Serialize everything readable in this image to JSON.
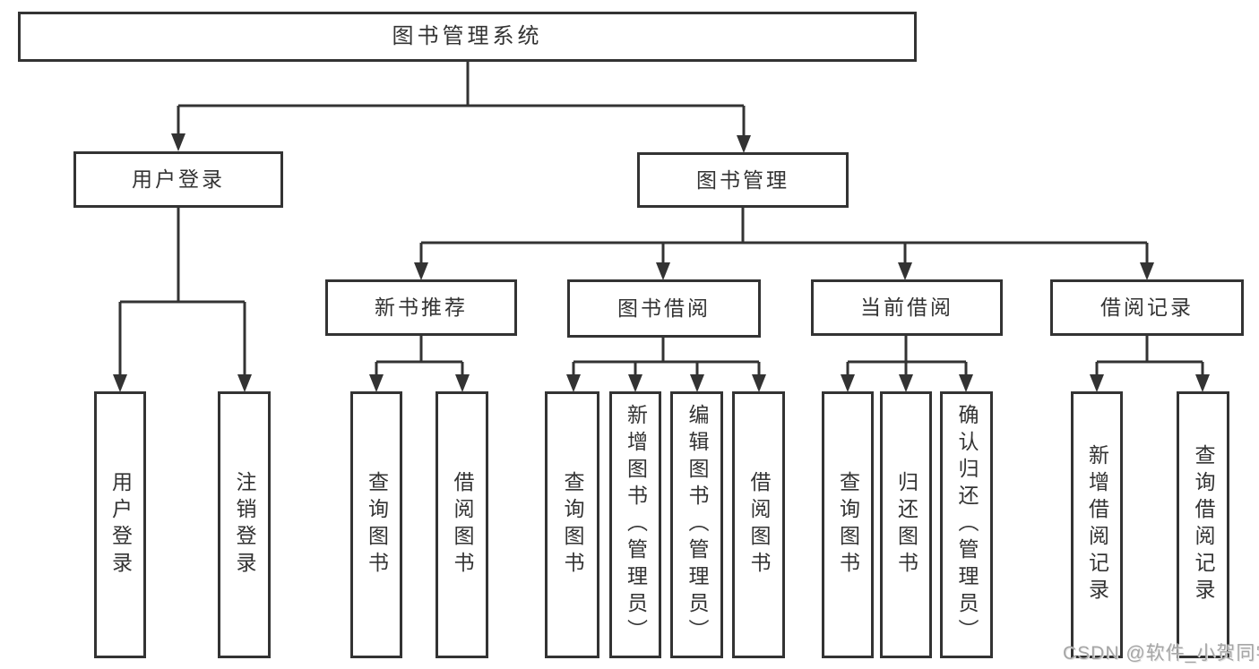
{
  "tree": {
    "label": "图书管理系统",
    "children": [
      {
        "label": "用户登录",
        "children": [
          {
            "label": "用户登录"
          },
          {
            "label": "注销登录"
          }
        ]
      },
      {
        "label": "图书管理",
        "children": [
          {
            "label": "新书推荐",
            "children": [
              {
                "label": "查询图书"
              },
              {
                "label": "借阅图书"
              }
            ]
          },
          {
            "label": "图书借阅",
            "children": [
              {
                "label": "查询图书"
              },
              {
                "label": "新增图书（管理员）"
              },
              {
                "label": "编辑图书（管理员）"
              },
              {
                "label": "借阅图书"
              }
            ]
          },
          {
            "label": "当前借阅",
            "children": [
              {
                "label": "查询图书"
              },
              {
                "label": "归还图书"
              },
              {
                "label": "确认归还（管理员）"
              }
            ]
          },
          {
            "label": "借阅记录",
            "children": [
              {
                "label": "新增借阅记录"
              },
              {
                "label": "查询借阅记录"
              }
            ]
          }
        ]
      }
    ]
  },
  "watermark": "CSDN @软件_小贺同学",
  "colors": {
    "line": "#333333",
    "box_border": "#333333",
    "text": "#333333",
    "watermark": "#a6a6a6",
    "background": "#ffffff"
  }
}
